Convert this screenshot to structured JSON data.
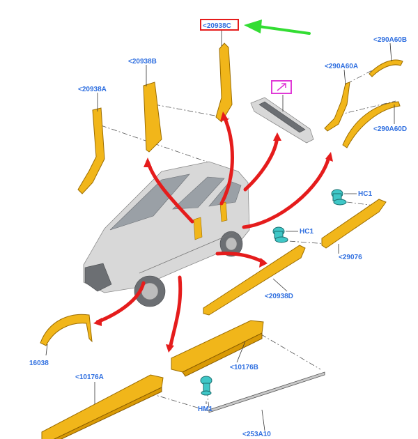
{
  "labels": {
    "a_pillar_left": "<20938A",
    "b_pillar": "<20938B",
    "c_pillar": "<20938C",
    "wheel_arch_rear_upper": "<290A60B",
    "wheel_arch_rear_mid": "<290A60A",
    "wheel_arch_rear_lower": "<290A60D",
    "clip_upper": "HC1",
    "clip_lower": "HC1",
    "door_moulding_rear": "<29076",
    "door_moulding_front": "<20938D",
    "wheel_arch_front": "16038",
    "sill_moulding_rear": "<10176B",
    "sill_moulding_front": "<10176A",
    "clip_bottom": "HM1",
    "strip_bottom": "<253A10"
  },
  "colors": {
    "part": "#f1b61a",
    "highlight_box": "#e51c1c",
    "pointer_arrow": "#33dd33",
    "magenta_box": "#e03ad6",
    "label": "#2f6fe0"
  },
  "icons": {
    "reference_link": "external-link-icon"
  }
}
